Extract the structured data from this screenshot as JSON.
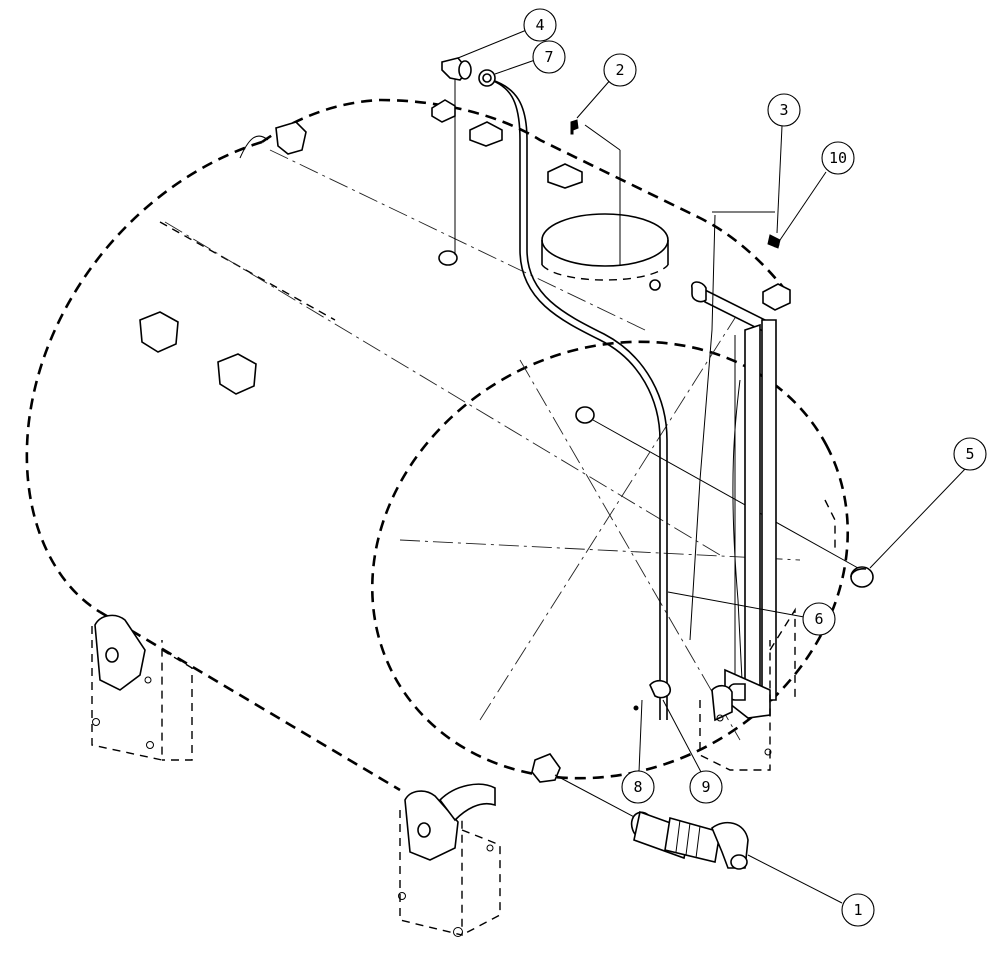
{
  "diagram": {
    "parts": [
      {
        "callout": "1",
        "icon": "spray-valve-assembly-icon"
      },
      {
        "callout": "2",
        "icon": "tank-lid-clip-icon"
      },
      {
        "callout": "3",
        "icon": "screw-icon"
      },
      {
        "callout": "4",
        "icon": "elbow-fitting-icon"
      },
      {
        "callout": "5",
        "icon": "plug-cap-icon"
      },
      {
        "callout": "6",
        "icon": "sight-tube-hose-icon"
      },
      {
        "callout": "7",
        "icon": "hose-clamp-icon"
      },
      {
        "callout": "8",
        "icon": "screw-icon"
      },
      {
        "callout": "9",
        "icon": "p-clip-icon"
      },
      {
        "callout": "10",
        "icon": "washer-icon"
      }
    ]
  }
}
